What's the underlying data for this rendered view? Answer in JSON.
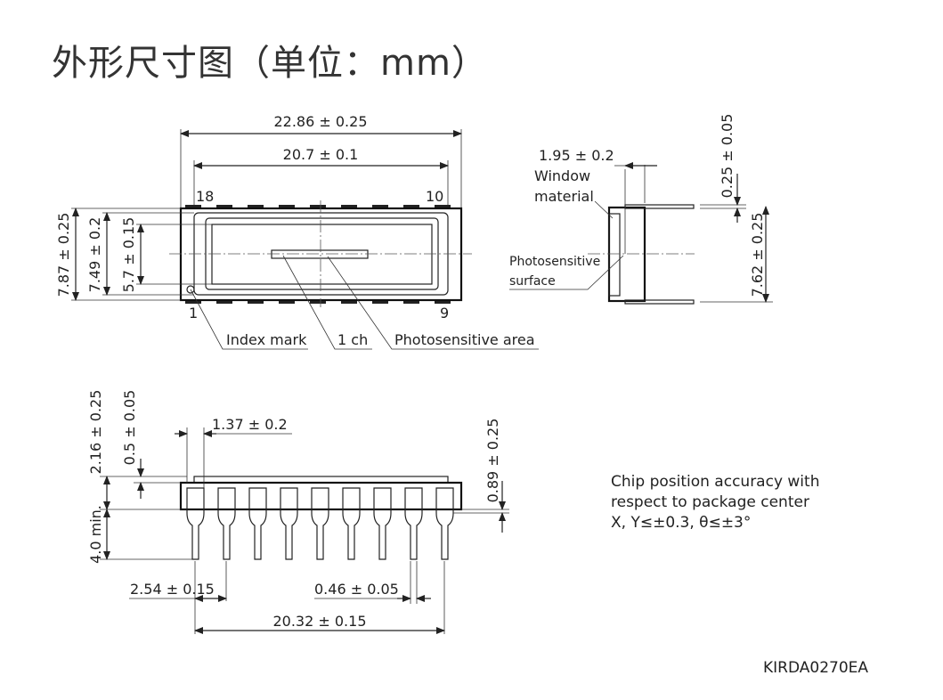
{
  "title": "外形尺寸图（单位：mm）",
  "top_view": {
    "dim_overall_length": "22.86 ± 0.25",
    "dim_window_length": "20.7 ± 0.1",
    "dim_overall_width": "7.87 ± 0.25",
    "dim_window_width": "7.49 ± 0.2",
    "dim_window_inner": "5.7 ± 0.15",
    "pin_18": "18",
    "pin_10": "10",
    "pin_1": "1",
    "pin_9": "9",
    "label_index_mark": "Index mark",
    "label_1ch": "1 ch",
    "label_photosensitive_area": "Photosensitive area"
  },
  "side_view": {
    "dim_window_material": "1.95 ± 0.2",
    "label_window": "Window",
    "label_material": "material",
    "dim_lead_thickness": "0.25 ± 0.05",
    "dim_lead_span": "7.62 ± 0.25",
    "label_photosensitive": "Photosensitive",
    "label_surface": "surface"
  },
  "front_view": {
    "dim_height": "2.16 ± 0.25",
    "dim_window_step": "0.5 ± 0.05",
    "dim_lead_shoulder": "1.37 ± 0.2",
    "dim_lead_length": "4.0 min.",
    "dim_standoff": "0.89 ± 0.25",
    "dim_pitch": "2.54 ± 0.15",
    "dim_lead_width": "0.46 ± 0.05",
    "dim_lead_span": "20.32 ± 0.15"
  },
  "note": {
    "line1": "Chip position accuracy with",
    "line2": "respect to package center",
    "line3": "X, Y≤±0.3, θ≤±3°"
  },
  "drawing_code": "KIRDA0270EA"
}
